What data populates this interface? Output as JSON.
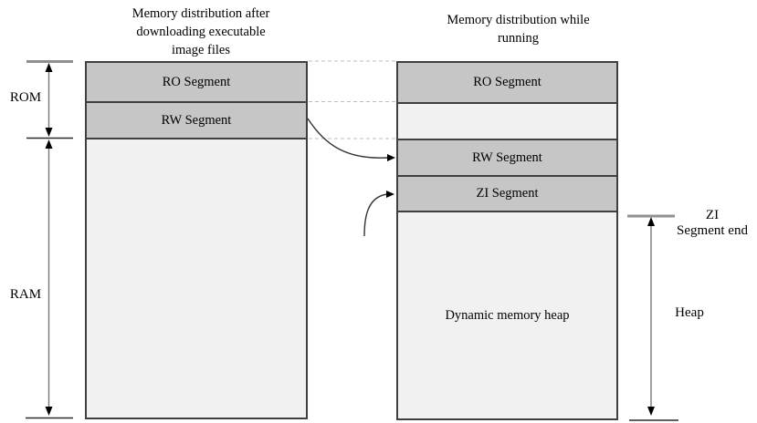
{
  "left_panel": {
    "title_lines": [
      "Memory distribution after",
      "downloading executable",
      "image files"
    ],
    "segments": [
      {
        "name": "RO Segment"
      },
      {
        "name": "RW Segment"
      },
      {
        "name": ""
      }
    ]
  },
  "right_panel": {
    "title_lines": [
      "Memory distribution while",
      "running"
    ],
    "segments": [
      {
        "name": "RO Segment"
      },
      {
        "name": ""
      },
      {
        "name": "RW Segment"
      },
      {
        "name": "ZI Segment"
      },
      {
        "name": "Dynamic memory heap"
      }
    ]
  },
  "side_labels": {
    "rom": "ROM",
    "ram": "RAM",
    "heap": "Heap",
    "zi_segment_end_lines": [
      "ZI",
      "Segment end"
    ]
  },
  "colors": {
    "segment_gray": "#c6c6c6",
    "light_fill": "#f1f1f1",
    "outline": "#3f3f3f",
    "dashed_connector": "#bdbdbd",
    "bracket_tick_gray": "#909090",
    "bracket_shaft_gray": "#787878"
  }
}
